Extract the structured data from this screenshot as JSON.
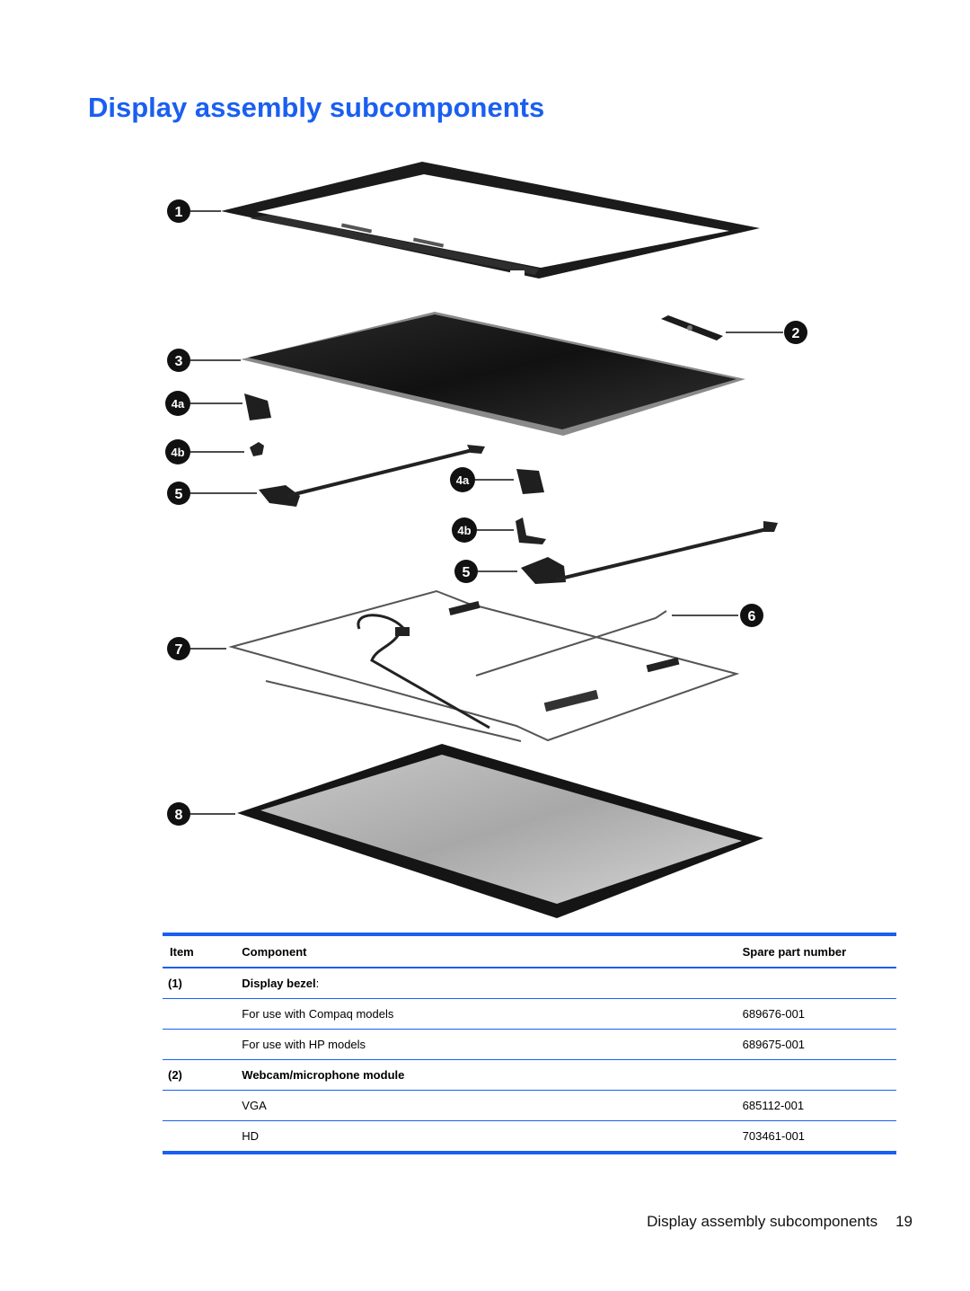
{
  "page": {
    "title": "Display assembly subcomponents",
    "footer_text": "Display assembly subcomponents",
    "page_number": "19"
  },
  "colors": {
    "heading_blue": "#1a5ff0",
    "rule_blue": "#1a5ff0",
    "callout_fill": "#111111"
  },
  "figure": {
    "callouts": [
      "1",
      "2",
      "3",
      "4a",
      "4b",
      "5",
      "4a",
      "4b",
      "5",
      "6",
      "7",
      "8"
    ],
    "parts": [
      "display-bezel",
      "webcam-microphone-module",
      "display-panel",
      "hinge-cover",
      "hinge-bracket",
      "display-hinge",
      "hinge-cover",
      "hinge-bracket",
      "display-hinge",
      "antenna-cable",
      "display-cable",
      "display-enclosure"
    ]
  },
  "table": {
    "headers": {
      "item": "Item",
      "component": "Component",
      "spare_part_number": "Spare part number"
    },
    "groups": [
      {
        "item": "(1)",
        "component": "Display bezel",
        "suffix": ":",
        "rows": [
          {
            "component": "For use with Compaq models",
            "spare_part_number": "689676-001"
          },
          {
            "component": "For use with HP models",
            "spare_part_number": "689675-001"
          }
        ]
      },
      {
        "item": "(2)",
        "component": "Webcam/microphone module",
        "suffix": "",
        "rows": [
          {
            "component": "VGA",
            "spare_part_number": "685112-001"
          },
          {
            "component": "HD",
            "spare_part_number": "703461-001"
          }
        ]
      }
    ]
  }
}
